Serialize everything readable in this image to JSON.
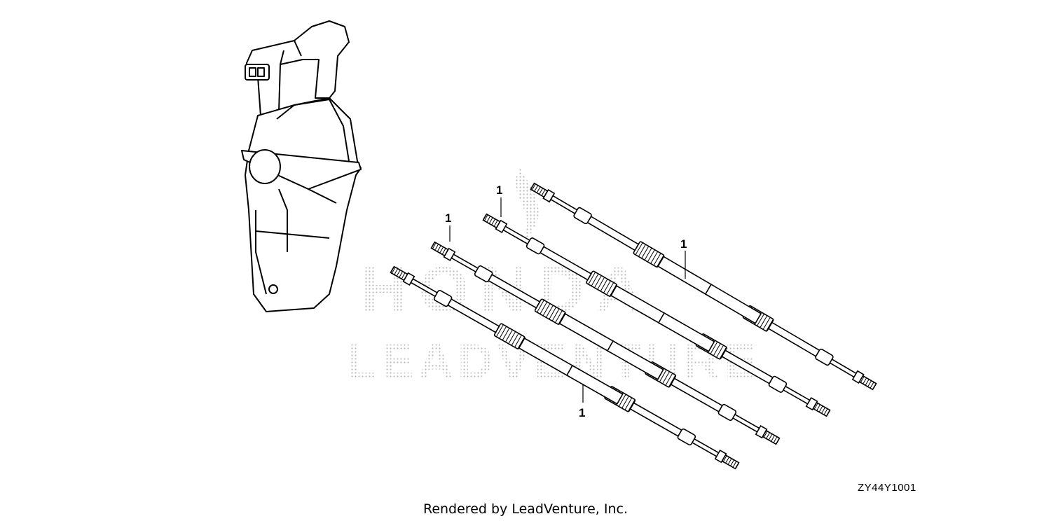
{
  "diagram": {
    "callouts": [
      {
        "text": "1"
      },
      {
        "text": "1"
      },
      {
        "text": "1"
      },
      {
        "text": "1"
      }
    ],
    "reference_code": "ZY44Y1001",
    "credit": "Rendered by LeadVenture, Inc."
  },
  "watermark": {
    "line1": "HONDA",
    "line2": "LEADVENTURE"
  },
  "colors": {
    "line": "#000000",
    "watermark": "#c8c8c8",
    "background": "#ffffff"
  }
}
